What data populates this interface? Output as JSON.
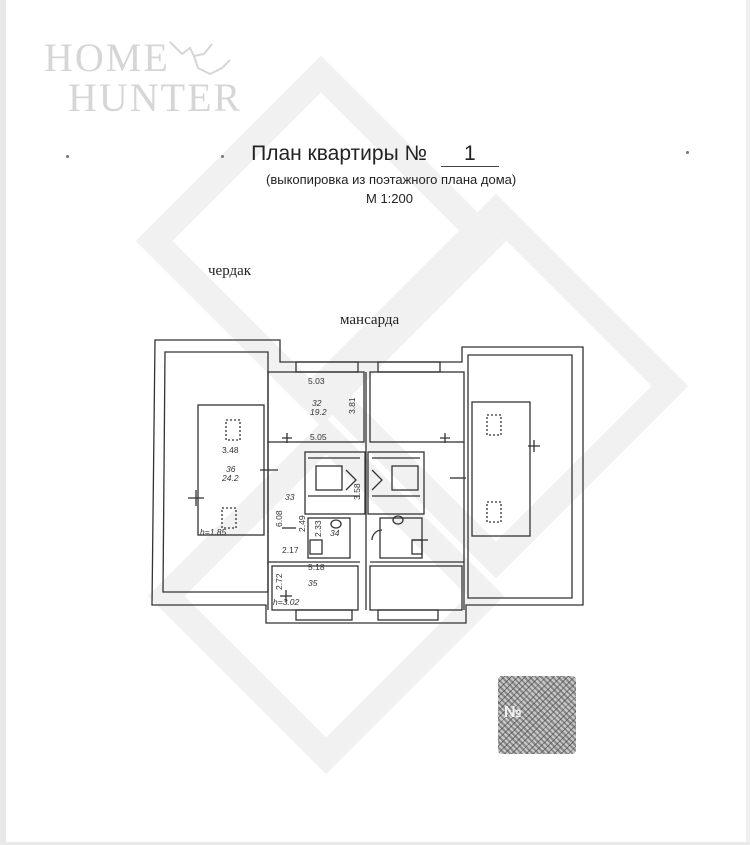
{
  "logo": {
    "line1": "HOME",
    "line2": "HUNTER"
  },
  "document": {
    "title_prefix": "План квартиры №",
    "apartment_number": "1",
    "subtitle": "(выкопировка из поэтажного плана дома)",
    "scale": "М 1:200"
  },
  "labels": {
    "attic": "чердак",
    "mansard": "мансарда"
  },
  "dimensions": {
    "d1": "5.03",
    "d2": "3.81",
    "d3": "5.05",
    "d4": "3.48",
    "d5": "6.08",
    "d6": "2.49",
    "d7": "2.33",
    "d8": "3.58",
    "d9": "2.17",
    "d10": "5.18",
    "d11": "2.72",
    "h1": "h=1.85",
    "h2": "h=3.02"
  },
  "rooms": {
    "r32_num": "32",
    "r32_area": "19.2",
    "r36_num": "36",
    "r36_area": "24.2",
    "r33_num": "33",
    "r34_num": "34",
    "r35_num": "35"
  },
  "stamp": {
    "mark": "№"
  }
}
